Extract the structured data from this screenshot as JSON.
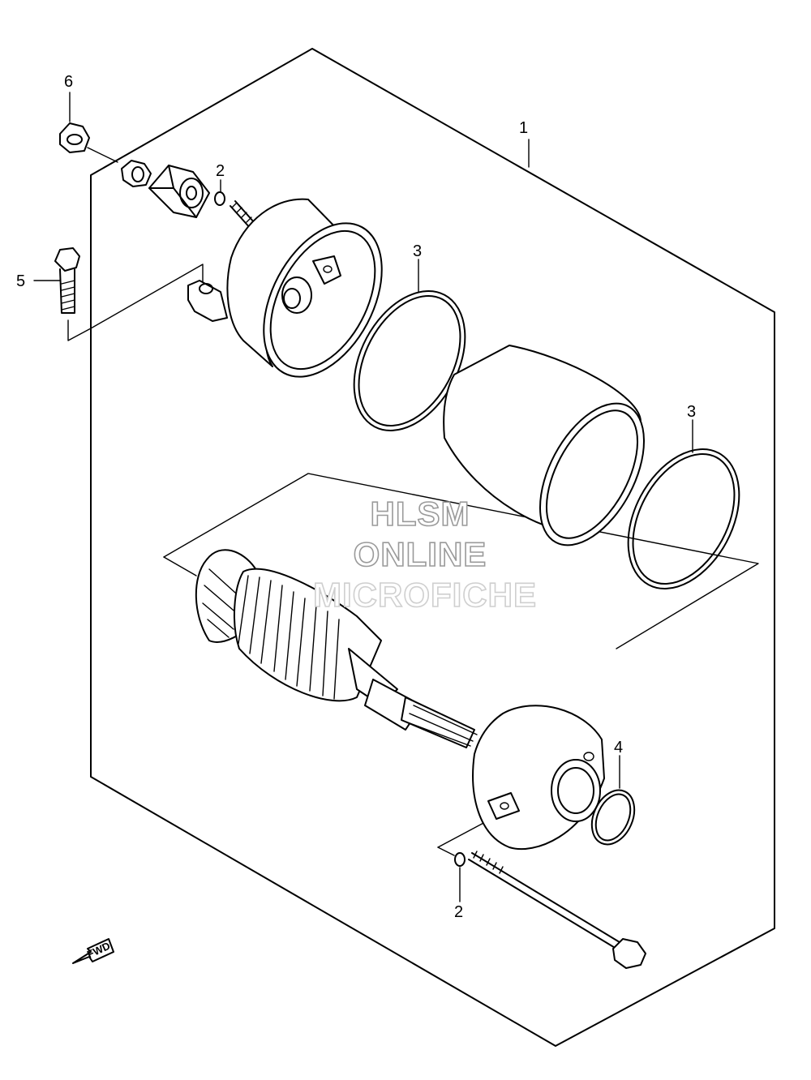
{
  "diagram": {
    "callouts": {
      "c1": "1",
      "c2_top": "2",
      "c2_bottom": "2",
      "c3_left": "3",
      "c3_right": "3",
      "c4": "4",
      "c5": "5",
      "c6": "6"
    },
    "watermark": {
      "line1": "HLSM",
      "line2": "ONLINE",
      "line3": "MICROFICHE"
    },
    "direction_label": "FWD"
  }
}
